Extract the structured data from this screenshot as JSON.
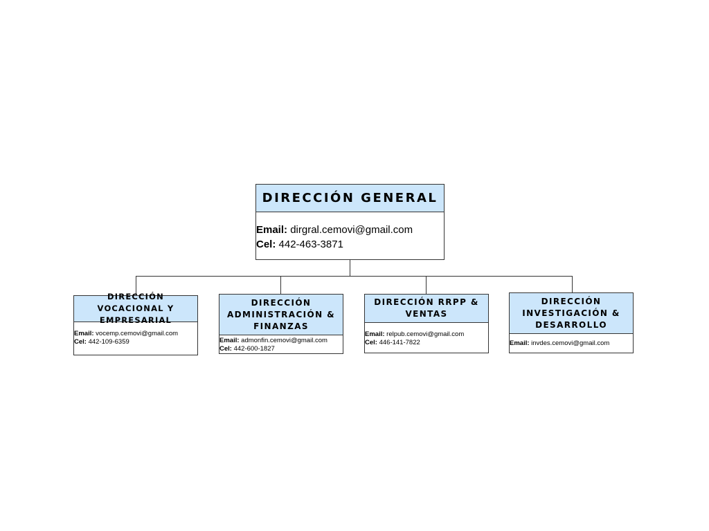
{
  "main": {
    "title": "DIRECCIÓN GENERAL",
    "email_label": "Email:",
    "email": "dirgral.cemovi@gmail.com",
    "cel_label": "Cel:",
    "cel": "442-463-3871"
  },
  "children": [
    {
      "title": "DIRECCIÓN VOCACIONAL Y EMPRESARIAL",
      "email_label": "Email:",
      "email": "vocemp.cemovi@gmail.com",
      "cel_label": "Cel:",
      "cel": "442-109-6359"
    },
    {
      "title": "DIRECCIÓN ADMINISTRACIÓN & FINANZAS",
      "email_label": "Email:",
      "email": "admonfin.cemovi@gmail.com",
      "cel_label": "Cel:",
      "cel": "442-600-1827"
    },
    {
      "title": "DIRECCIÓN RRPP & VENTAS",
      "email_label": "Email:",
      "email": "relpub.cemovi@gmail.com",
      "cel_label": "Cel:",
      "cel": "446-141-7822"
    },
    {
      "title": "DIRECCIÓN INVESTIGACIÓN & DESARROLLO",
      "email_label": "Email:",
      "email": "invdes.cemovi@gmail.com"
    }
  ]
}
